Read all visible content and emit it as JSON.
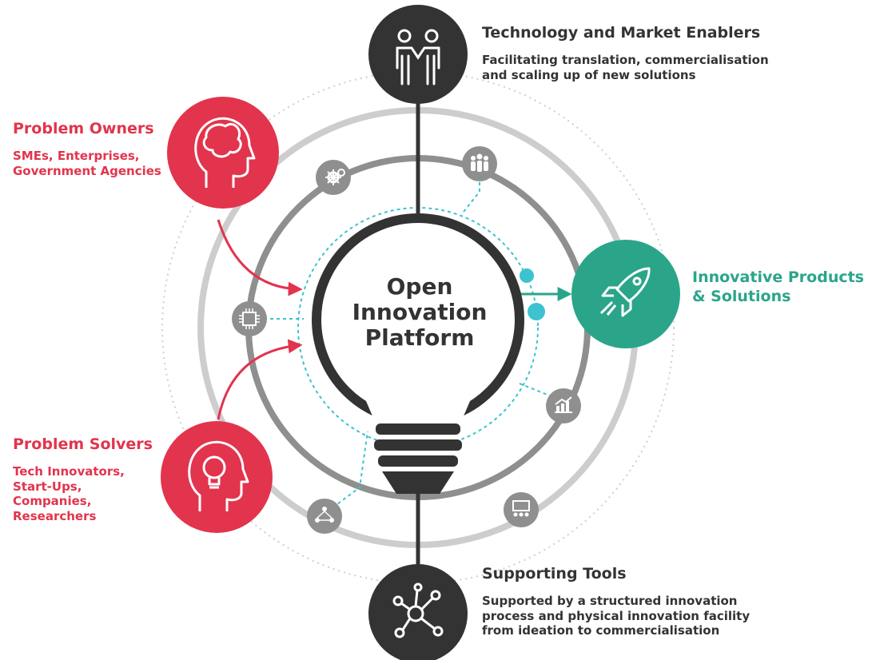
{
  "center": {
    "lines": [
      "Open",
      "Innovation",
      "Platform"
    ]
  },
  "top_node": {
    "title": "Technology and Market Enablers",
    "description": [
      "Facilitating translation, commercialisation",
      "and scaling up of new solutions"
    ],
    "icon": "handshake-people-icon"
  },
  "bottom_node": {
    "title": "Supporting Tools",
    "description": [
      "Supported by a structured innovation",
      "process and physical innovation facility",
      "from ideation to commercialisation"
    ],
    "icon": "network-nodes-icon"
  },
  "left_top_node": {
    "title": "Problem Owners",
    "description": [
      "SMEs, Enterprises,",
      "Government Agencies"
    ],
    "icon": "head-brain-icon"
  },
  "left_bottom_node": {
    "title": "Problem Solvers",
    "description": [
      "Tech Innovators,",
      "Start-Ups,",
      "Companies,",
      "Researchers"
    ],
    "icon": "head-lightbulb-icon"
  },
  "right_node": {
    "title": [
      "Innovative Products",
      "& Solutions"
    ],
    "icon": "rocket-icon"
  },
  "orbit_icons": [
    "gears-icon",
    "people-group-icon",
    "chip-icon",
    "growth-chart-icon",
    "network-people-icon",
    "presentation-icon"
  ],
  "colors": {
    "red": "#e2344d",
    "teal": "#2aa58a",
    "dark": "#333333",
    "ring_dark": "#8f8f8f",
    "ring_light": "#c8c8c8",
    "cyan": "#3cc3cf"
  }
}
